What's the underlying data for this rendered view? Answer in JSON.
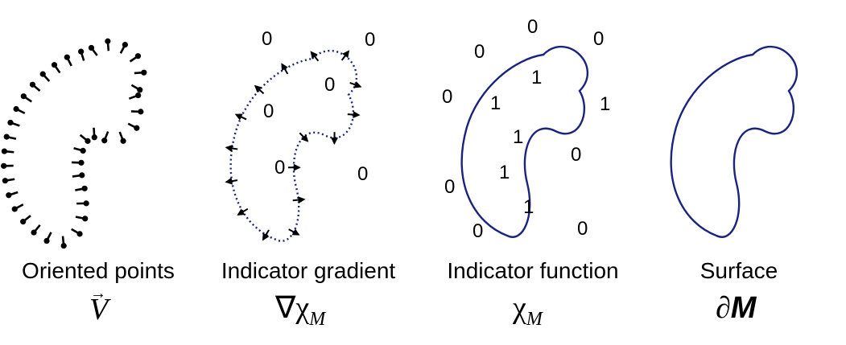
{
  "panels": [
    {
      "caption": "Oriented points",
      "symbol": "V",
      "symbol_accent": "→"
    },
    {
      "caption": "Indicator gradient",
      "symbol": "∇χ",
      "symbol_subscript": "M",
      "values": [
        "0",
        "0",
        "0",
        "0",
        "0",
        "0"
      ]
    },
    {
      "caption": "Indicator function",
      "symbol": "χ",
      "symbol_subscript": "M",
      "outside_values": [
        "0",
        "0",
        "0",
        "0",
        "0",
        "0",
        "0",
        "0"
      ],
      "inside_values": [
        "1",
        "1",
        "1",
        "1",
        "1",
        "1"
      ]
    },
    {
      "caption": "Surface",
      "symbol": "∂",
      "symbol_suffix": "M"
    }
  ],
  "colors": {
    "curve": "#1a237e",
    "points": "#000000",
    "text": "#000000"
  }
}
